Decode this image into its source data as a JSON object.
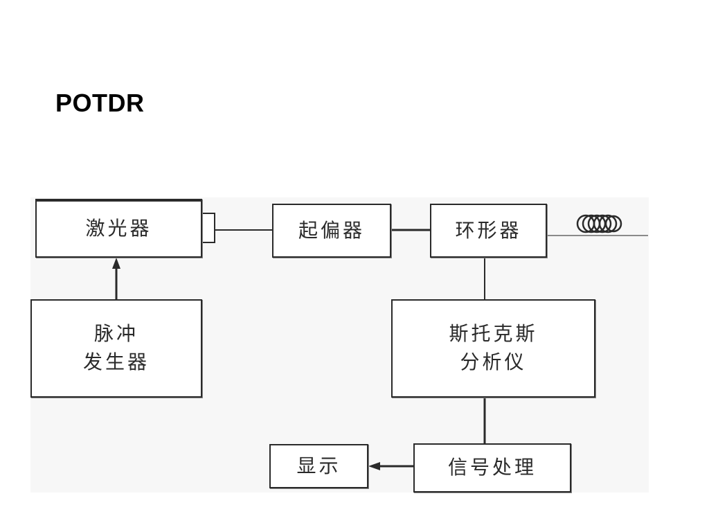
{
  "slide": {
    "title": "POTDR"
  },
  "diagram": {
    "blocks": {
      "laser": {
        "lines": [
          "激光器"
        ]
      },
      "polarizer": {
        "lines": [
          "起偏器"
        ]
      },
      "circulator": {
        "lines": [
          "环形器"
        ]
      },
      "pulse_generator": {
        "lines": [
          "脉冲",
          "发生器"
        ]
      },
      "stokes_analyzer": {
        "lines": [
          "斯托克斯",
          "分析仪"
        ]
      },
      "signal_processing": {
        "lines": [
          "信号处理"
        ]
      },
      "display": {
        "lines": [
          "显示"
        ]
      }
    },
    "icons": {
      "fiber_coil": "fiber-coil-icon"
    },
    "colors": {
      "line": "#2a2a2a",
      "box_border": "#2a2a2a",
      "fiber": "#8a8a8a",
      "background_panel": "#f7f7f7"
    }
  }
}
